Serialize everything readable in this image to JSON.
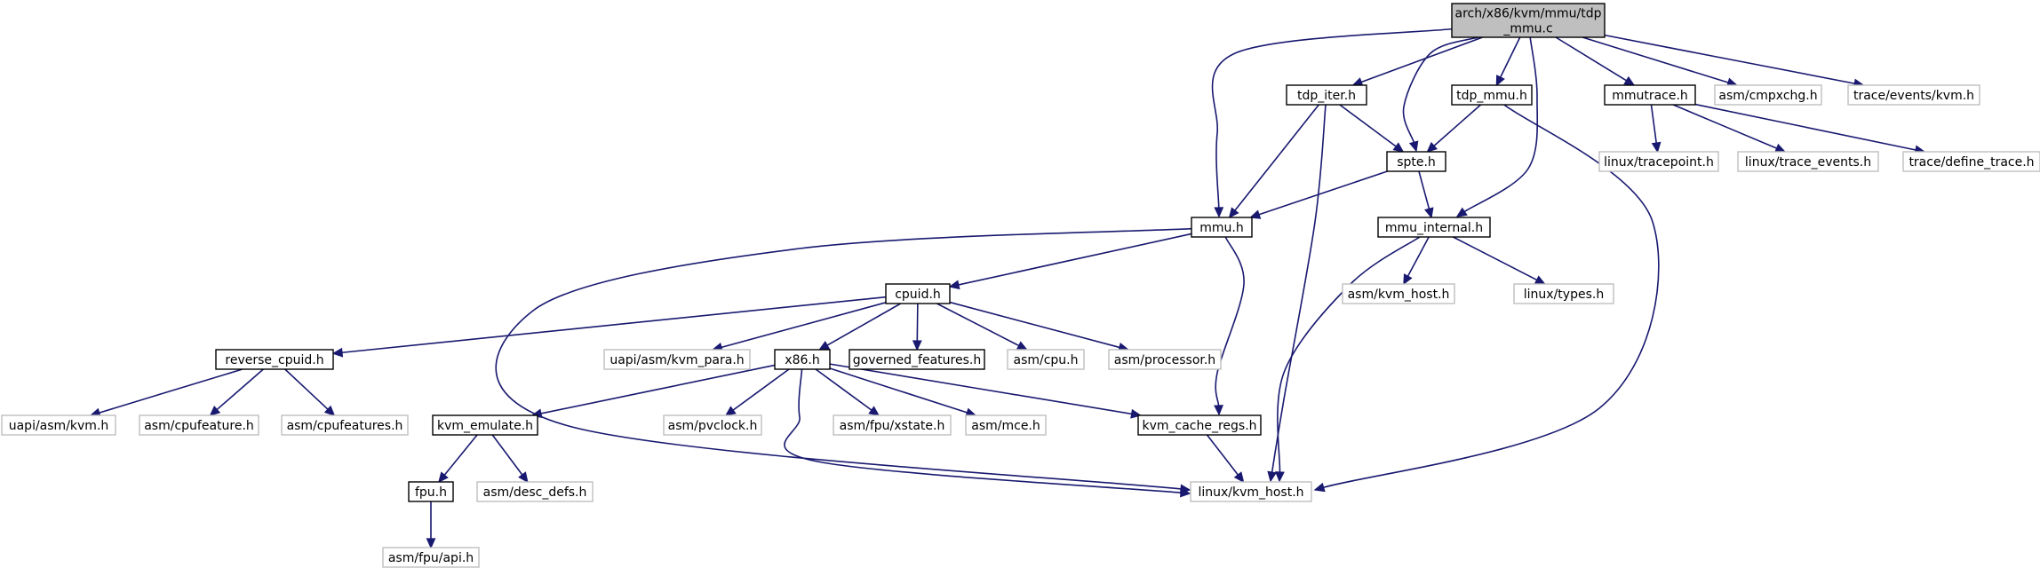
{
  "colors": {
    "edge": "#191970",
    "root_fill": "#bfbfbf",
    "documented_border": "#000000",
    "external_border": "#bfbfbf",
    "node_fill": "#ffffff"
  },
  "nodes": [
    {
      "id": "root",
      "lines": [
        "arch/x86/kvm/mmu/tdp",
        "_mmu.c"
      ],
      "kind": "root"
    },
    {
      "id": "tdp_iter",
      "lines": [
        "tdp_iter.h"
      ],
      "kind": "documented"
    },
    {
      "id": "tdp_mmu",
      "lines": [
        "tdp_mmu.h"
      ],
      "kind": "documented"
    },
    {
      "id": "mmutrace",
      "lines": [
        "mmutrace.h"
      ],
      "kind": "documented"
    },
    {
      "id": "asm_cmpxchg",
      "lines": [
        "asm/cmpxchg.h"
      ],
      "kind": "external"
    },
    {
      "id": "trace_events_kvm",
      "lines": [
        "trace/events/kvm.h"
      ],
      "kind": "external"
    },
    {
      "id": "spte",
      "lines": [
        "spte.h"
      ],
      "kind": "documented"
    },
    {
      "id": "linux_tracepoint",
      "lines": [
        "linux/tracepoint.h"
      ],
      "kind": "external"
    },
    {
      "id": "linux_trace_events",
      "lines": [
        "linux/trace_events.h"
      ],
      "kind": "external"
    },
    {
      "id": "trace_define_trace",
      "lines": [
        "trace/define_trace.h"
      ],
      "kind": "external"
    },
    {
      "id": "mmu",
      "lines": [
        "mmu.h"
      ],
      "kind": "documented"
    },
    {
      "id": "mmu_internal",
      "lines": [
        "mmu_internal.h"
      ],
      "kind": "documented"
    },
    {
      "id": "cpuid",
      "lines": [
        "cpuid.h"
      ],
      "kind": "documented"
    },
    {
      "id": "asm_kvm_host",
      "lines": [
        "asm/kvm_host.h"
      ],
      "kind": "external"
    },
    {
      "id": "linux_types",
      "lines": [
        "linux/types.h"
      ],
      "kind": "external"
    },
    {
      "id": "reverse_cpuid",
      "lines": [
        "reverse_cpuid.h"
      ],
      "kind": "documented"
    },
    {
      "id": "uapi_kvm_para",
      "lines": [
        "uapi/asm/kvm_para.h"
      ],
      "kind": "external"
    },
    {
      "id": "x86",
      "lines": [
        "x86.h"
      ],
      "kind": "documented"
    },
    {
      "id": "governed_features",
      "lines": [
        "governed_features.h"
      ],
      "kind": "documented"
    },
    {
      "id": "asm_cpu",
      "lines": [
        "asm/cpu.h"
      ],
      "kind": "external"
    },
    {
      "id": "asm_processor",
      "lines": [
        "asm/processor.h"
      ],
      "kind": "external"
    },
    {
      "id": "uapi_asm_kvm",
      "lines": [
        "uapi/asm/kvm.h"
      ],
      "kind": "external"
    },
    {
      "id": "asm_cpufeature",
      "lines": [
        "asm/cpufeature.h"
      ],
      "kind": "external"
    },
    {
      "id": "asm_cpufeatures",
      "lines": [
        "asm/cpufeatures.h"
      ],
      "kind": "external"
    },
    {
      "id": "kvm_emulate",
      "lines": [
        "kvm_emulate.h"
      ],
      "kind": "documented"
    },
    {
      "id": "asm_pvclock",
      "lines": [
        "asm/pvclock.h"
      ],
      "kind": "external"
    },
    {
      "id": "asm_fpu_xstate",
      "lines": [
        "asm/fpu/xstate.h"
      ],
      "kind": "external"
    },
    {
      "id": "asm_mce",
      "lines": [
        "asm/mce.h"
      ],
      "kind": "external"
    },
    {
      "id": "kvm_cache_regs",
      "lines": [
        "kvm_cache_regs.h"
      ],
      "kind": "documented"
    },
    {
      "id": "fpu",
      "lines": [
        "fpu.h"
      ],
      "kind": "documented"
    },
    {
      "id": "asm_desc_defs",
      "lines": [
        "asm/desc_defs.h"
      ],
      "kind": "external"
    },
    {
      "id": "linux_kvm_host",
      "lines": [
        "linux/kvm_host.h"
      ],
      "kind": "external"
    },
    {
      "id": "asm_fpu_api",
      "lines": [
        "asm/fpu/api.h"
      ],
      "kind": "external"
    }
  ],
  "edges": [
    {
      "from": "root",
      "to": "tdp_iter"
    },
    {
      "from": "root",
      "to": "tdp_mmu"
    },
    {
      "from": "root",
      "to": "mmutrace"
    },
    {
      "from": "root",
      "to": "asm_cmpxchg"
    },
    {
      "from": "root",
      "to": "trace_events_kvm"
    },
    {
      "from": "root",
      "to": "spte"
    },
    {
      "from": "root",
      "to": "mmu"
    },
    {
      "from": "root",
      "to": "mmu_internal"
    },
    {
      "from": "tdp_iter",
      "to": "spte"
    },
    {
      "from": "tdp_iter",
      "to": "mmu"
    },
    {
      "from": "tdp_iter",
      "to": "linux_kvm_host"
    },
    {
      "from": "tdp_mmu",
      "to": "spte"
    },
    {
      "from": "tdp_mmu",
      "to": "linux_kvm_host"
    },
    {
      "from": "mmutrace",
      "to": "linux_tracepoint"
    },
    {
      "from": "mmutrace",
      "to": "linux_trace_events"
    },
    {
      "from": "mmutrace",
      "to": "trace_define_trace"
    },
    {
      "from": "spte",
      "to": "mmu"
    },
    {
      "from": "spte",
      "to": "mmu_internal"
    },
    {
      "from": "mmu",
      "to": "cpuid"
    },
    {
      "from": "mmu",
      "to": "kvm_cache_regs"
    },
    {
      "from": "mmu",
      "to": "linux_kvm_host"
    },
    {
      "from": "mmu_internal",
      "to": "asm_kvm_host"
    },
    {
      "from": "mmu_internal",
      "to": "linux_types"
    },
    {
      "from": "mmu_internal",
      "to": "linux_kvm_host"
    },
    {
      "from": "cpuid",
      "to": "reverse_cpuid"
    },
    {
      "from": "cpuid",
      "to": "uapi_kvm_para"
    },
    {
      "from": "cpuid",
      "to": "x86"
    },
    {
      "from": "cpuid",
      "to": "governed_features"
    },
    {
      "from": "cpuid",
      "to": "asm_cpu"
    },
    {
      "from": "cpuid",
      "to": "asm_processor"
    },
    {
      "from": "reverse_cpuid",
      "to": "uapi_asm_kvm"
    },
    {
      "from": "reverse_cpuid",
      "to": "asm_cpufeature"
    },
    {
      "from": "reverse_cpuid",
      "to": "asm_cpufeatures"
    },
    {
      "from": "x86",
      "to": "kvm_emulate"
    },
    {
      "from": "x86",
      "to": "asm_pvclock"
    },
    {
      "from": "x86",
      "to": "asm_fpu_xstate"
    },
    {
      "from": "x86",
      "to": "asm_mce"
    },
    {
      "from": "x86",
      "to": "kvm_cache_regs"
    },
    {
      "from": "x86",
      "to": "linux_kvm_host"
    },
    {
      "from": "kvm_emulate",
      "to": "fpu"
    },
    {
      "from": "kvm_emulate",
      "to": "asm_desc_defs"
    },
    {
      "from": "kvm_cache_regs",
      "to": "linux_kvm_host"
    },
    {
      "from": "fpu",
      "to": "asm_fpu_api"
    }
  ]
}
